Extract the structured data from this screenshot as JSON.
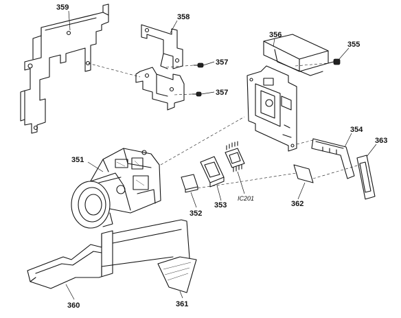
{
  "diagram": {
    "callouts": [
      {
        "id": "359",
        "text": "359"
      },
      {
        "id": "358",
        "text": "358"
      },
      {
        "id": "357a",
        "text": "357"
      },
      {
        "id": "357b",
        "text": "357"
      },
      {
        "id": "356",
        "text": "356"
      },
      {
        "id": "355",
        "text": "355"
      },
      {
        "id": "354",
        "text": "354"
      },
      {
        "id": "363",
        "text": "363"
      },
      {
        "id": "351",
        "text": "351"
      },
      {
        "id": "352",
        "text": "352"
      },
      {
        "id": "353",
        "text": "353"
      },
      {
        "id": "ic201",
        "text": "IC201"
      },
      {
        "id": "362",
        "text": "362"
      },
      {
        "id": "360",
        "text": "360"
      },
      {
        "id": "361",
        "text": "361"
      }
    ]
  }
}
